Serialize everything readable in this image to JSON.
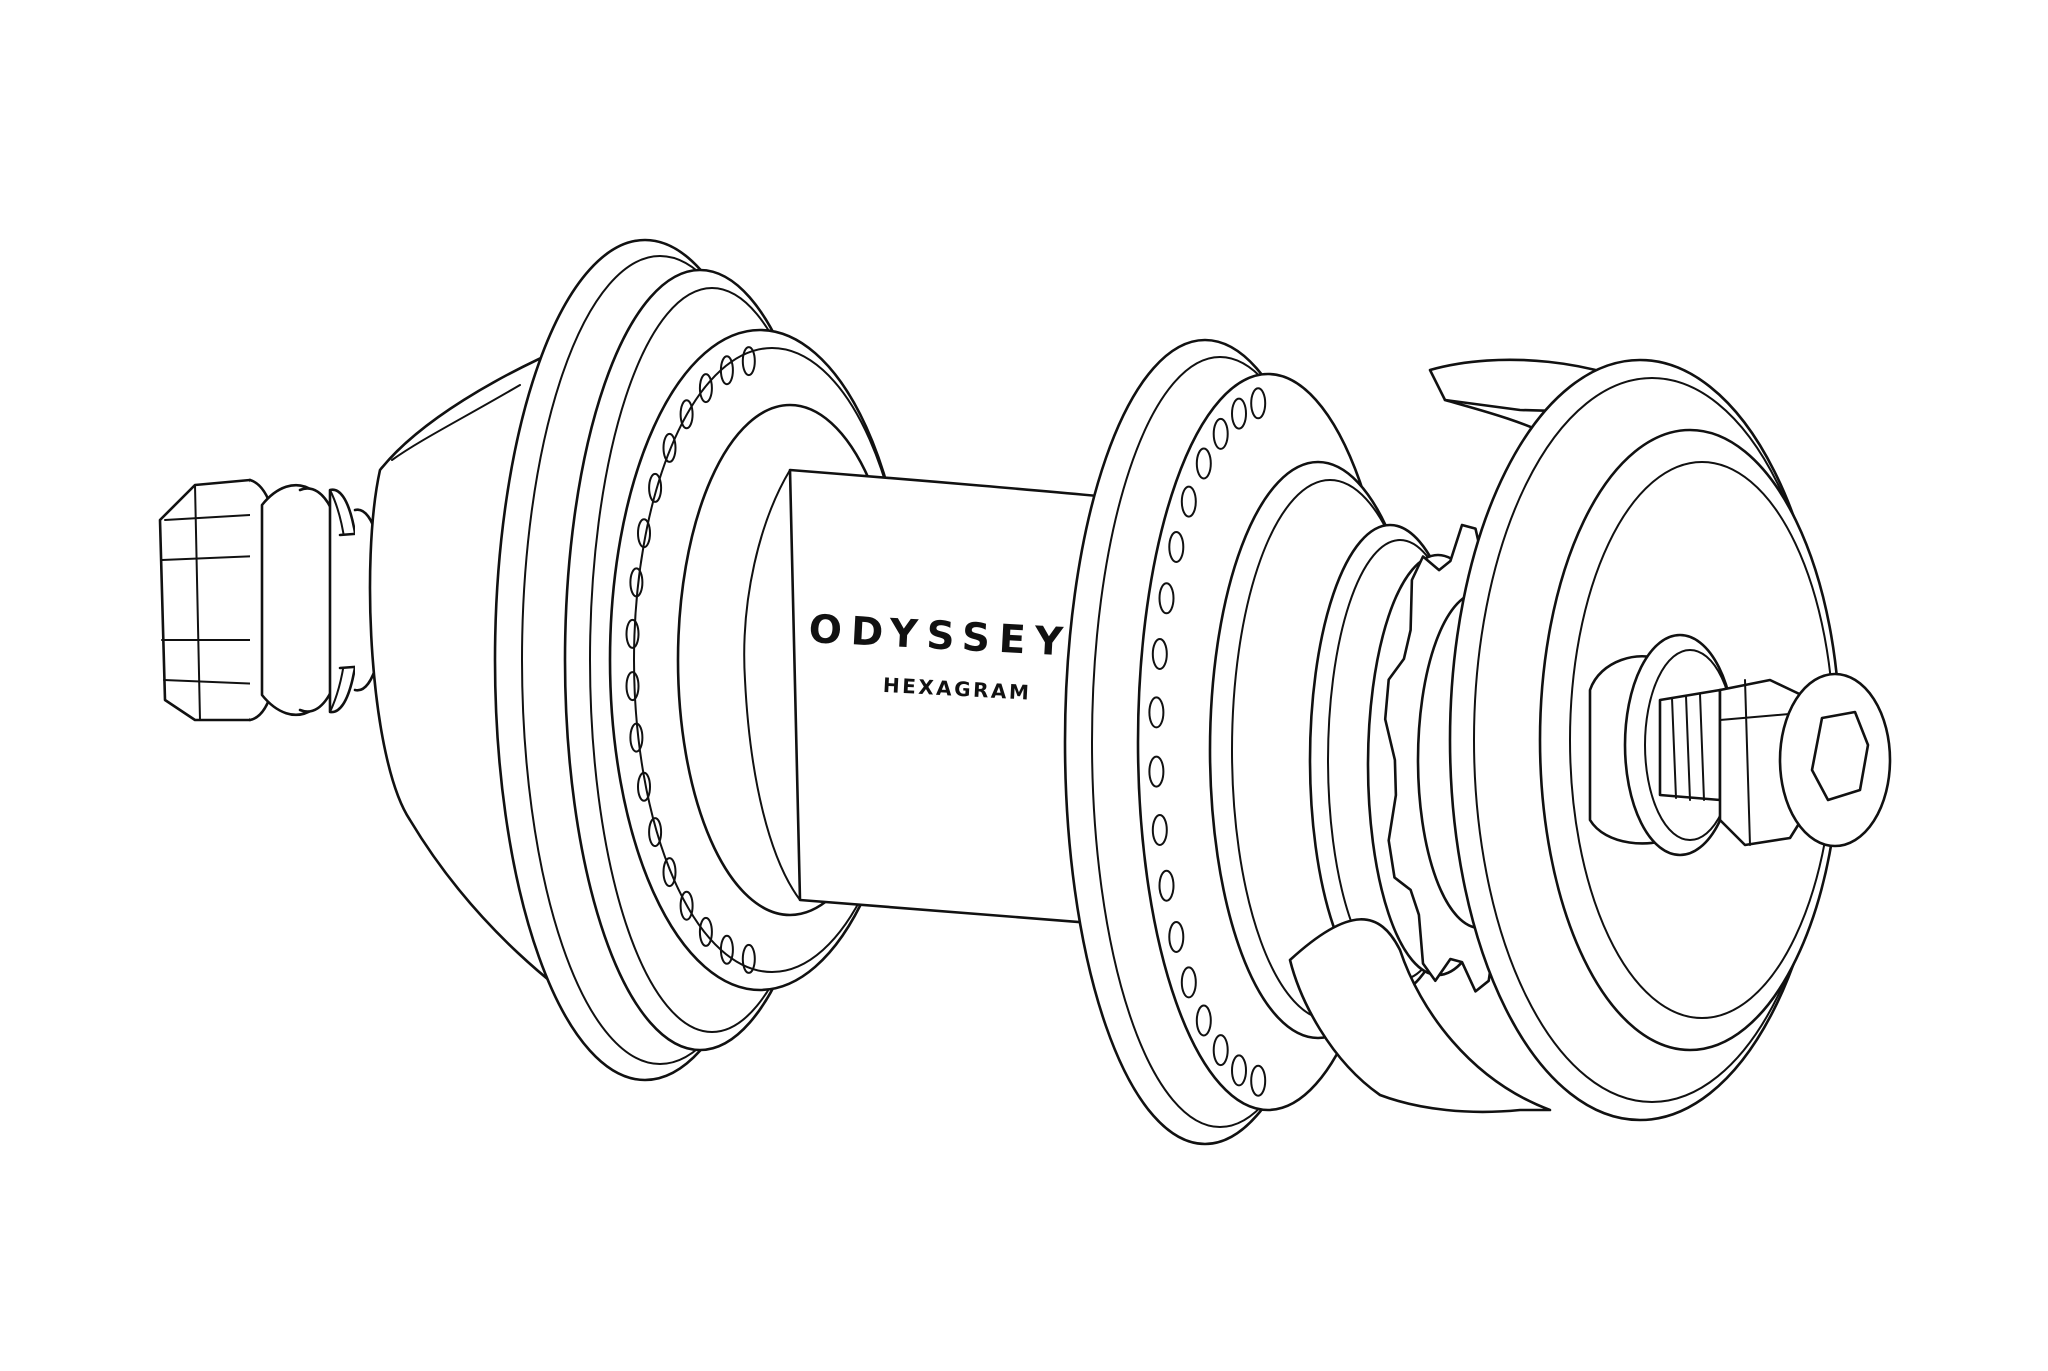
{
  "product": {
    "brand": "ODYSSEY",
    "model": "HEXAGRAM"
  },
  "colors": {
    "line": "#111111",
    "background": "#ffffff"
  },
  "drawing": {
    "type": "technical-line-drawing",
    "subject": "rear bicycle hub (cassette, hex-key axle bolts)",
    "spoke_holes_per_flange": 18,
    "parts": [
      "drive-side-axle-nut",
      "drive-side-cone-spacer",
      "non-drive-flange-guard",
      "left-flange",
      "hub-shell",
      "right-flange",
      "cassette-driver",
      "sprocket-cog",
      "hub-guard",
      "non-drive-axle-bolt"
    ]
  }
}
